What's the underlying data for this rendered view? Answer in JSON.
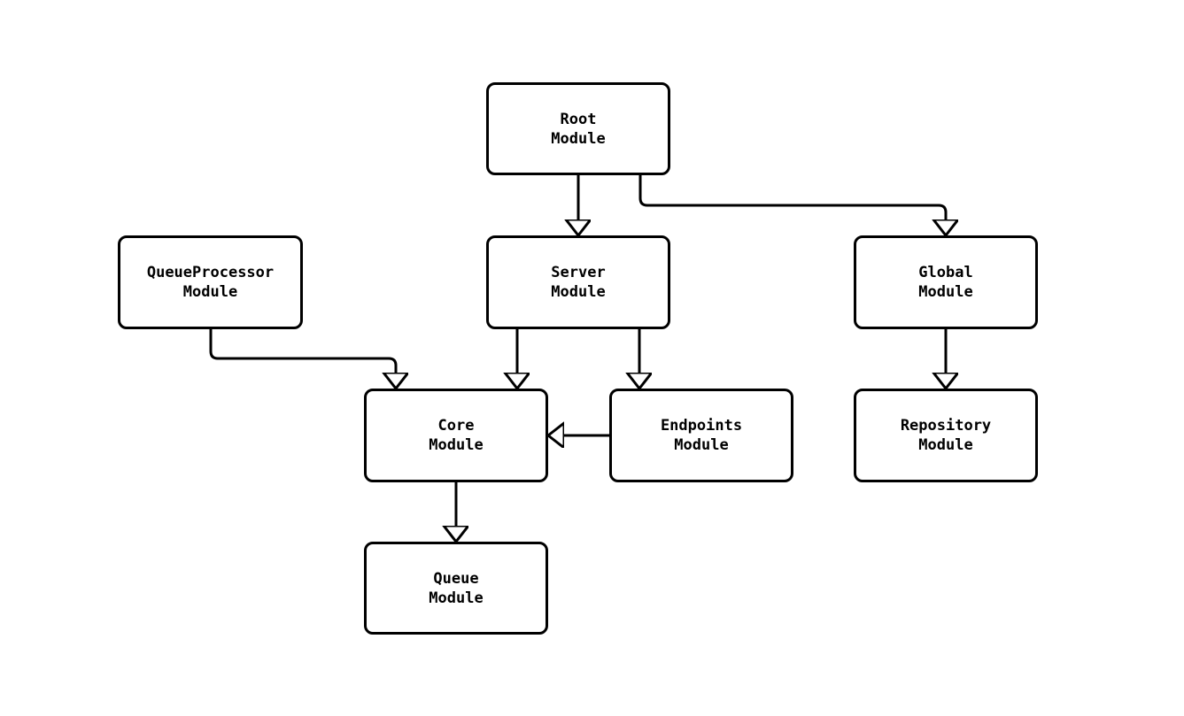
{
  "diagram": {
    "type": "flowchart",
    "colors": {
      "background": "#ffffff",
      "node_fill": "#ffffff",
      "stroke": "#000000",
      "text": "#000000"
    },
    "nodes": {
      "root": {
        "label": "Root\nModule"
      },
      "queueproc": {
        "label": "QueueProcessor\nModule"
      },
      "server": {
        "label": "Server\nModule"
      },
      "global": {
        "label": "Global\nModule"
      },
      "core": {
        "label": "Core\nModule"
      },
      "endpoints": {
        "label": "Endpoints\nModule"
      },
      "repository": {
        "label": "Repository\nModule"
      },
      "queue": {
        "label": "Queue\nModule"
      }
    },
    "edges": [
      {
        "from": "Root Module",
        "to": "Server Module"
      },
      {
        "from": "Root Module",
        "to": "Global Module"
      },
      {
        "from": "QueueProcessor Module",
        "to": "Core Module"
      },
      {
        "from": "Server Module",
        "to": "Core Module"
      },
      {
        "from": "Server Module",
        "to": "Endpoints Module"
      },
      {
        "from": "Endpoints Module",
        "to": "Core Module"
      },
      {
        "from": "Global Module",
        "to": "Repository Module"
      },
      {
        "from": "Core Module",
        "to": "Queue Module"
      }
    ]
  }
}
